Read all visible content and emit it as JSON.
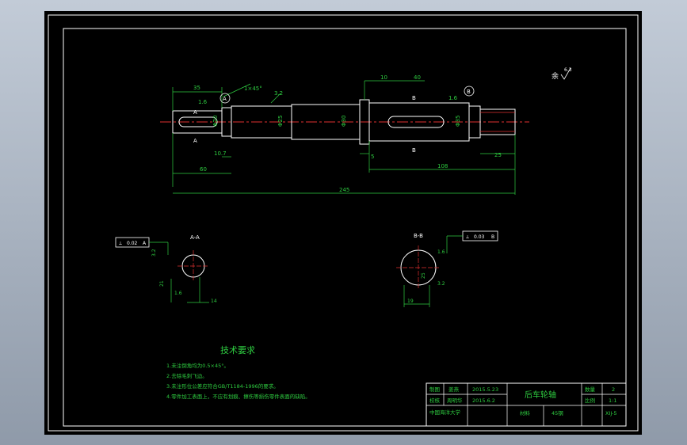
{
  "drawing": {
    "dims": {
      "d35": "35",
      "d16a": "1.6",
      "chamfer": "1×45°",
      "d32": "3.2",
      "d10": "10",
      "d40top": "40",
      "d16b": "1.6",
      "d107": "10.7",
      "d60": "60",
      "d5": "5",
      "d108": "108",
      "d25": "25",
      "d245": "245",
      "phi_small": "Φ20",
      "phi_mid1": "Φ25",
      "phi_mid2": "Φ30",
      "phi_collar": "Φ35"
    },
    "labels": {
      "A": "A",
      "B": "B",
      "sec_aa": "A-A",
      "sec_bb": "B-B",
      "datum_a": "A",
      "datum_b": "B",
      "roughness_top": "6.3",
      "roughness_rest": "余",
      "tol_left": "0.02",
      "tol_right": "0.03",
      "key_left": "14",
      "key_right": "19",
      "tol_sym": "⟂"
    },
    "section_dims": {
      "left_r1": "3.2",
      "left_r2": "1.6",
      "left_v": "21",
      "right_r1": "1.6",
      "right_r2": "3.2",
      "right_v": "25"
    },
    "tech": {
      "title": "技术要求",
      "items": [
        "1.未注倒角均为0.5×45°。",
        "2.去除毛刺飞边。",
        "3.未注形位公差应符合GB/T1184-1996的要求。",
        "4.零件加工表面上，不应有划痕、擦伤等损伤零件表面的缺陷。"
      ]
    },
    "title_block": {
      "r1c1": "制图",
      "r1c2": "姜燕",
      "r1c3": "2015.5.23",
      "r2c1": "校核",
      "r2c2": "周明华",
      "r2c3": "2015.6.2",
      "r3c1": "中国海洋大学",
      "part_name": "后车轮轴",
      "material_label": "材料",
      "material": "45钢",
      "qty_label": "数量",
      "qty": "2",
      "scale_label": "比例",
      "scale": "1:1",
      "drawing_no": "XIJ-5"
    }
  }
}
